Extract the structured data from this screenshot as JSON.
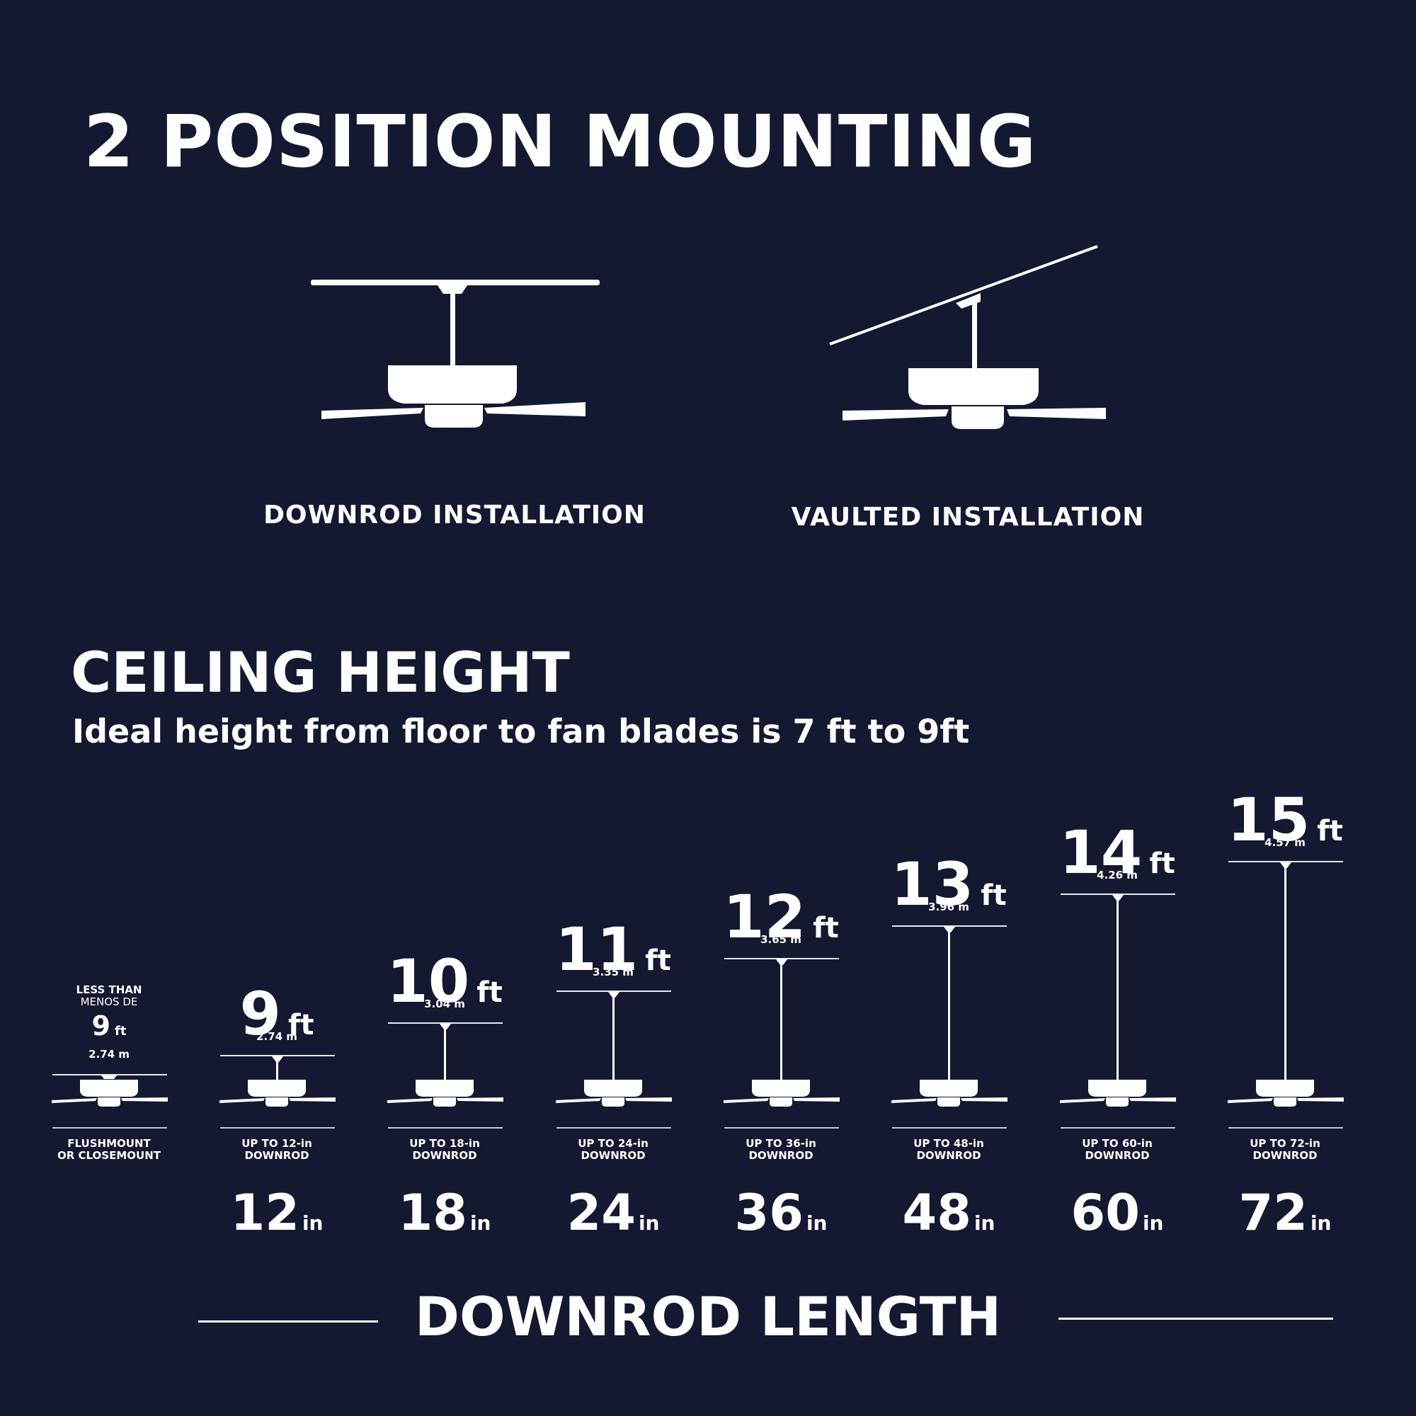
{
  "header": {
    "title": "2 POSITION MOUNTING"
  },
  "installations": [
    {
      "label": "DOWNROD INSTALLATION"
    },
    {
      "label": "VAULTED INSTALLATION"
    }
  ],
  "ceiling": {
    "title": "CEILING HEIGHT",
    "subtitle": "Ideal height from floor to fan blades is 7 ft to 9ft"
  },
  "flushmount": {
    "line1": "LESS THAN",
    "line2": "MENOS DE",
    "height_value": "9",
    "height_unit": "ft",
    "height_m": "2.74 m",
    "label_line1": "FLUSHMOUNT",
    "label_line2": "OR CLOSEMOUNT"
  },
  "columns": [
    {
      "height_value": "9",
      "height_unit": "ft",
      "height_m": "2.74 m",
      "label_line1": "UP TO 12-in",
      "label_line2": "DOWNROD",
      "length_value": "12",
      "length_unit": "in"
    },
    {
      "height_value": "10",
      "height_unit": "ft",
      "height_m": "3.04 m",
      "label_line1": "UP TO 18-in",
      "label_line2": "DOWNROD",
      "length_value": "18",
      "length_unit": "in"
    },
    {
      "height_value": "11",
      "height_unit": "ft",
      "height_m": "3.35 m",
      "label_line1": "UP TO 24-in",
      "label_line2": "DOWNROD",
      "length_value": "24",
      "length_unit": "in"
    },
    {
      "height_value": "12",
      "height_unit": "ft",
      "height_m": "3.65 m",
      "label_line1": "UP TO 36-in",
      "label_line2": "DOWNROD",
      "length_value": "36",
      "length_unit": "in"
    },
    {
      "height_value": "13",
      "height_unit": "ft",
      "height_m": "3.96 m",
      "label_line1": "UP TO 48-in",
      "label_line2": "DOWNROD",
      "length_value": "48",
      "length_unit": "in"
    },
    {
      "height_value": "14",
      "height_unit": "ft",
      "height_m": "4.26 m",
      "label_line1": "UP TO 60-in",
      "label_line2": "DOWNROD",
      "length_value": "60",
      "length_unit": "in"
    },
    {
      "height_value": "15",
      "height_unit": "ft",
      "height_m": "4.57 m",
      "label_line1": "UP TO 72-in",
      "label_line2": "DOWNROD",
      "length_value": "72",
      "length_unit": "in"
    }
  ],
  "footer": {
    "title": "DOWNROD LENGTH"
  },
  "colors": {
    "background": "#141830",
    "foreground": "#ffffff"
  },
  "icons": [
    "ceiling-fan-icon"
  ]
}
